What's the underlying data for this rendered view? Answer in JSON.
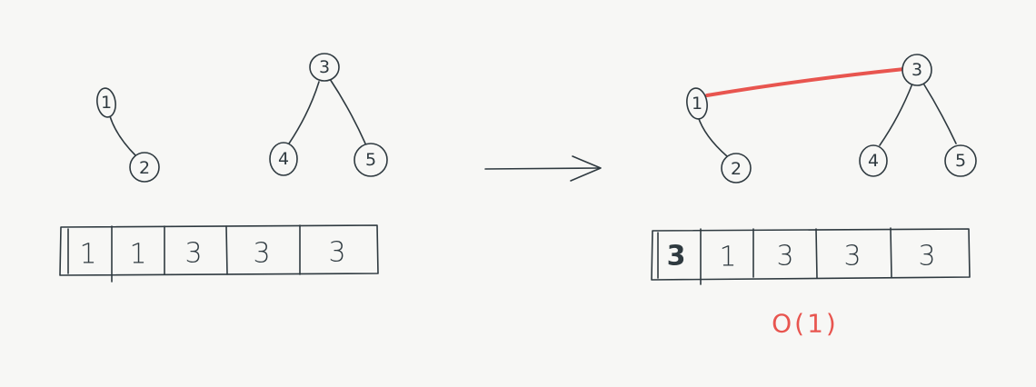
{
  "colors": {
    "ink": "#2f3a40",
    "highlight": "#e8554f",
    "background": "#f7f7f5"
  },
  "before": {
    "trees": {
      "nodes": [
        "1",
        "2",
        "3",
        "4",
        "5"
      ]
    },
    "array": [
      "1",
      "1",
      "3",
      "3",
      "3"
    ]
  },
  "after": {
    "trees": {
      "nodes": [
        "1",
        "2",
        "3",
        "4",
        "5"
      ],
      "new_link": [
        "1",
        "3"
      ]
    },
    "array": [
      "3",
      "1",
      "3",
      "3",
      "3"
    ],
    "highlighted_index": 0,
    "complexity_note": "O(1)"
  },
  "transition_icon": "right-arrow-icon"
}
